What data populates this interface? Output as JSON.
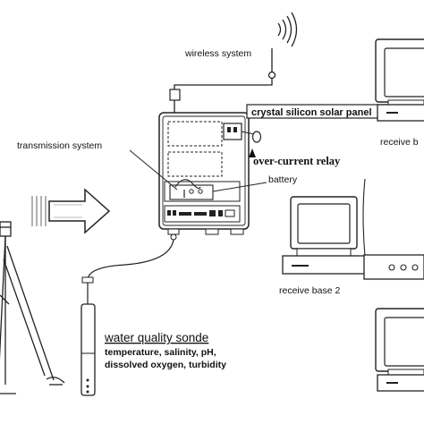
{
  "labels": {
    "wireless_system": "wireless system",
    "solar_panel": "crystal silicon solar panel",
    "over_current_relay": "over-current relay",
    "transmission_system": "transmission system",
    "battery": "battery",
    "water_quality_sonde": "water quality sonde",
    "sonde_params_line1": "temperature, salinity, pH,",
    "sonde_params_line2": "dissolved oxygen, turbidity",
    "receive_base_1": "receive b",
    "receive_base_2": "receive base 2"
  }
}
